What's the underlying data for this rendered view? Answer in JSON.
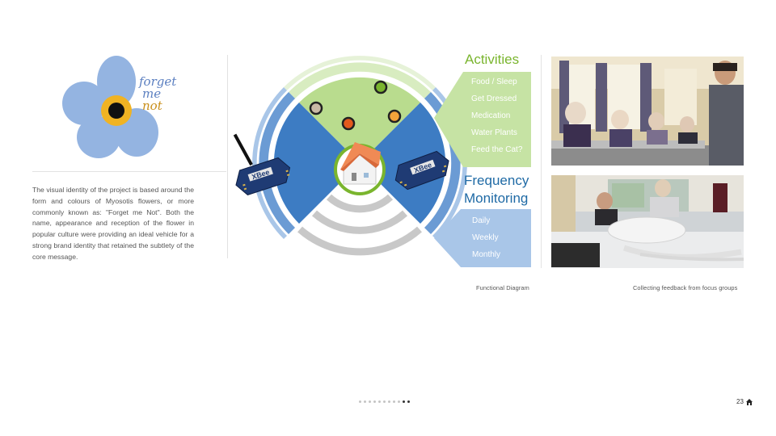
{
  "logo": {
    "word1": "forget",
    "word2": "me",
    "word3": "not",
    "colors": {
      "petal": "#8fb0e0",
      "center": "#f0b323",
      "text_blue": "#5b7fc0",
      "text_gold": "#c9901c"
    }
  },
  "description": "The visual identity of the project is based around the form and colours of Myosotis flowers, or more commonly known as: \"Forget me Not\". Both the name, appearance and reception of the flower in popular culture were providing an ideal vehicle for a strong brand identity that retained the subtlety of the core message.",
  "diagram": {
    "device_label_left": "XBee",
    "device_label_right": "XBee",
    "activities_title": "Activities",
    "activities": [
      "Food / Sleep",
      "Get Dressed",
      "Medication",
      "Water Plants",
      "Feed the Cat?"
    ],
    "frequency_title_line1": "Frequency",
    "frequency_title_line2": "Monitoring",
    "frequency": [
      "Daily",
      "Weekly",
      "Monthly"
    ],
    "caption": "Functional Diagram",
    "colors": {
      "green": "#b9dc8e",
      "green_dark": "#7ab52e",
      "blue": "#3d7cc3",
      "blue_light": "#a9c6e8",
      "grey": "#c8c8c8"
    },
    "sensor_icons": [
      "grey-sensor-icon",
      "green-sensor-icon",
      "red-sensor-icon",
      "orange-sensor-icon"
    ]
  },
  "photos": {
    "caption": "Collecting feedback from focus groups"
  },
  "pagination": {
    "page_number": "23",
    "total_dots": 11,
    "active_dot": 10
  }
}
